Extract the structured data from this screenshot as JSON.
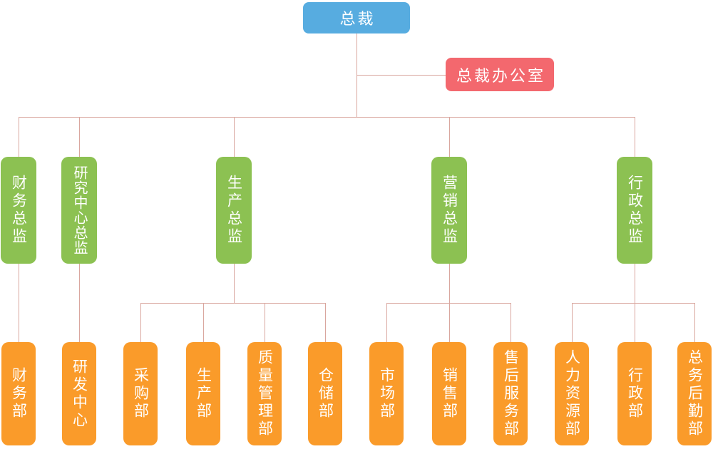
{
  "colors": {
    "president": "#57ACE0",
    "office": "#F3686E",
    "director": "#8CC152",
    "department": "#FA9B2A",
    "connector": "#D9A69E",
    "text": "#FFFFFF"
  },
  "org": {
    "president": {
      "label": "总裁"
    },
    "president_office": {
      "label": "总裁办公室"
    },
    "directors": [
      {
        "label": "财务总监",
        "departments": [
          "财务部"
        ]
      },
      {
        "label": "研究中心总监",
        "departments": [
          "研发中心"
        ]
      },
      {
        "label": "生产总监",
        "departments": [
          "采购部",
          "生产部",
          "质量管理部",
          "仓储部"
        ]
      },
      {
        "label": "营销总监",
        "departments": [
          "市场部",
          "销售部",
          "售后服务部"
        ]
      },
      {
        "label": "行政总监",
        "departments": [
          "人力资源部",
          "行政部",
          "总务后勤部"
        ]
      }
    ]
  }
}
